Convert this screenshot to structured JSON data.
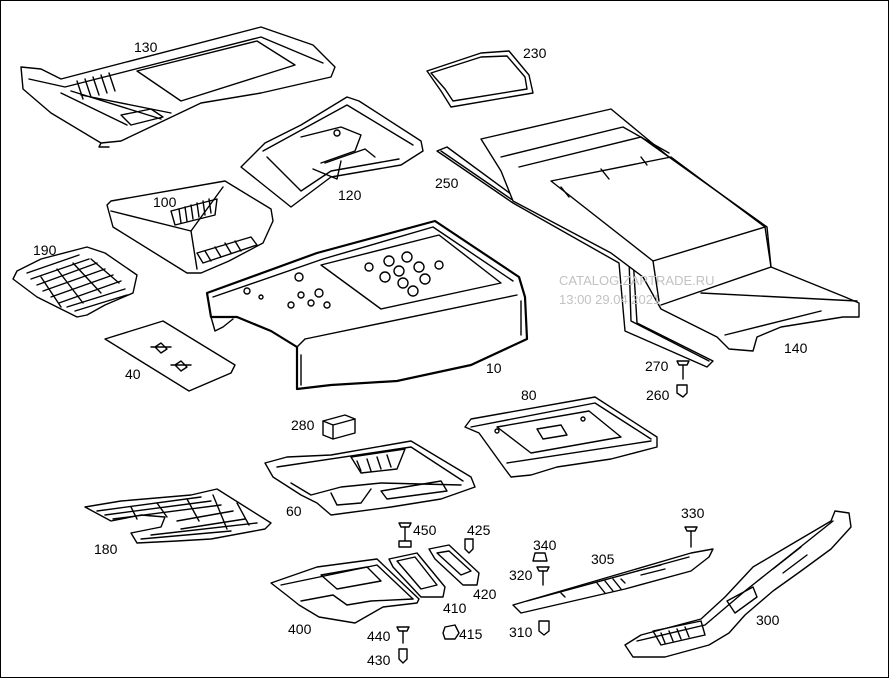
{
  "watermark": {
    "line1": "CATALOG.ZAPTRADE.RU",
    "line2": "13:00 29.04.2021"
  },
  "parts": {
    "p10": "10",
    "p40": "40",
    "p60": "60",
    "p80": "80",
    "p100": "100",
    "p120": "120",
    "p130": "130",
    "p140": "140",
    "p180": "180",
    "p190": "190",
    "p230": "230",
    "p250": "250",
    "p260": "260",
    "p270": "270",
    "p280": "280",
    "p300": "300",
    "p305": "305",
    "p310": "310",
    "p320": "320",
    "p330": "330",
    "p340": "340",
    "p400": "400",
    "p410": "410",
    "p415": "415",
    "p420": "420",
    "p425": "425",
    "p430": "430",
    "p440": "440",
    "p450": "450"
  }
}
